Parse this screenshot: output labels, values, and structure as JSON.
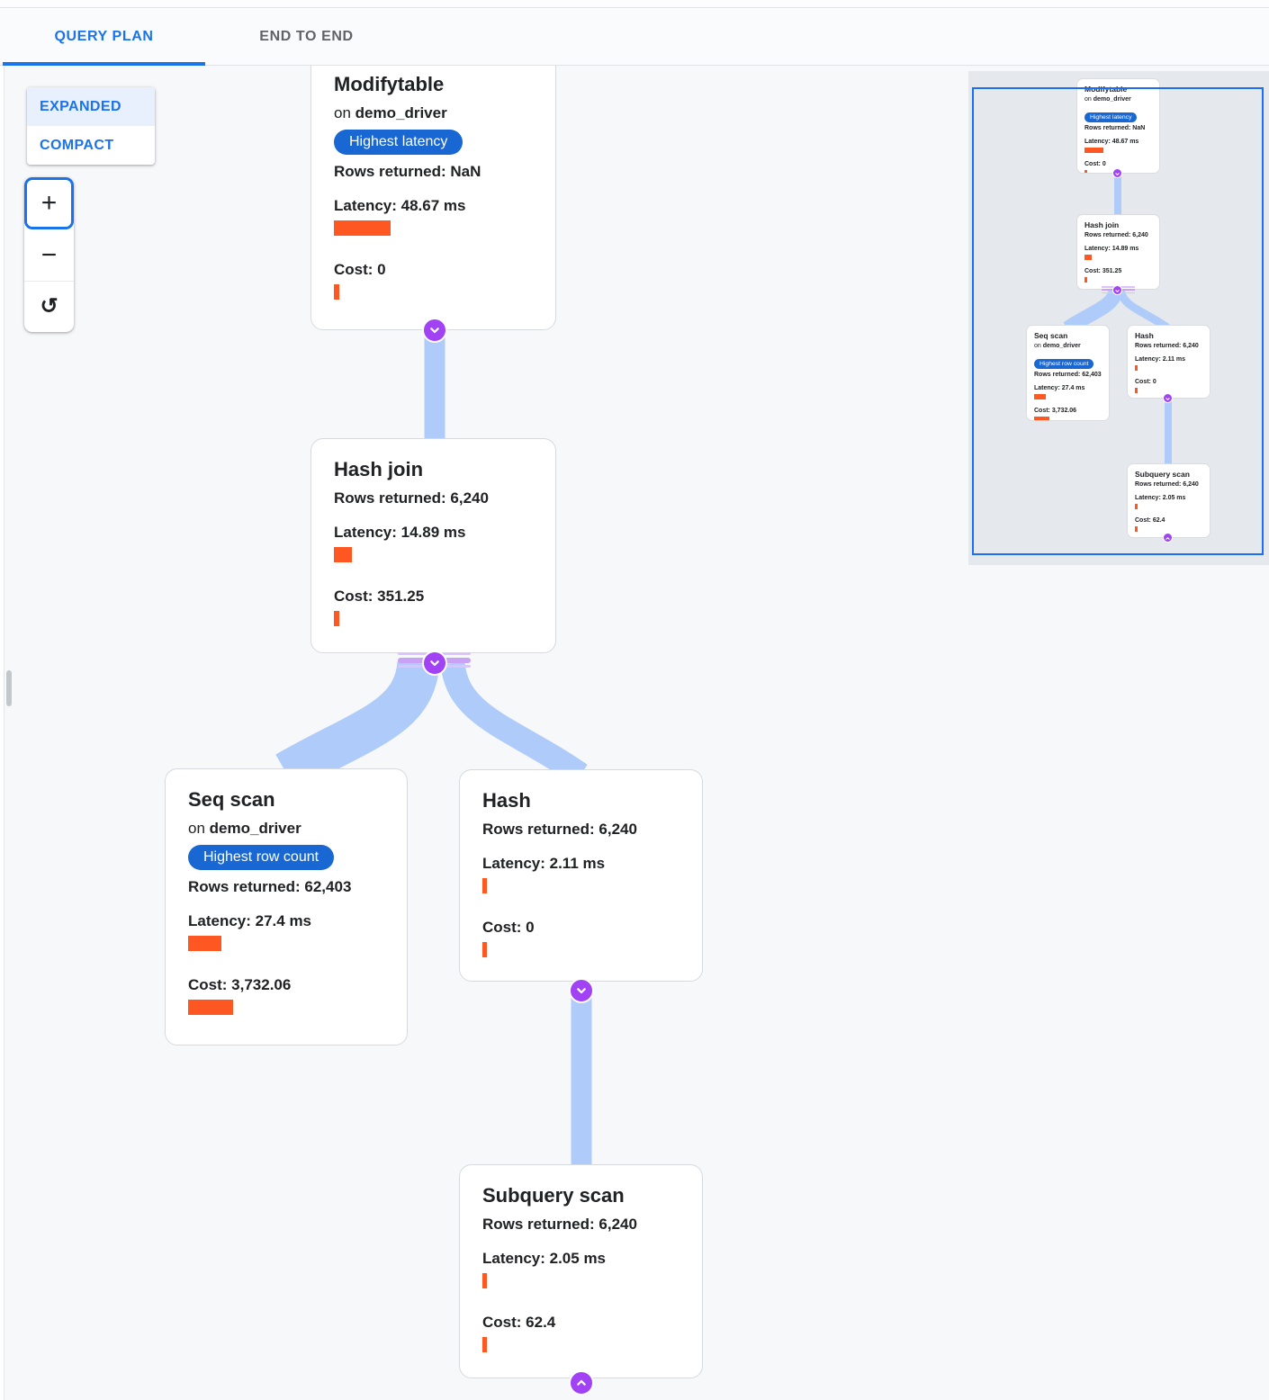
{
  "header": {
    "tabs": [
      {
        "label": "QUERY PLAN",
        "active": true
      },
      {
        "label": "END TO END",
        "active": false
      }
    ]
  },
  "controls": {
    "expanded_label": "EXPANDED",
    "compact_label": "COMPACT",
    "selected_mode": "EXPANDED",
    "zoom_in_icon": "+",
    "zoom_out_icon": "−",
    "reset_icon": "↺"
  },
  "nodes": {
    "modifytable": {
      "title": "Modifytable",
      "on_prefix": "on",
      "table": "demo_driver",
      "badge": "Highest latency",
      "rows": "Rows returned: NaN",
      "latency": "Latency: 48.67 ms",
      "cost": "Cost: 0",
      "latency_bar": 63,
      "cost_bar": 6,
      "latency_bar_mini": 21,
      "cost_bar_mini": 3
    },
    "hash_join": {
      "title": "Hash join",
      "rows": "Rows returned: 6,240",
      "latency": "Latency: 14.89 ms",
      "cost": "Cost: 351.25",
      "latency_bar": 20,
      "cost_bar": 6,
      "latency_bar_mini": 8,
      "cost_bar_mini": 3
    },
    "seq_scan": {
      "title": "Seq scan",
      "on_prefix": "on",
      "table": "demo_driver",
      "badge": "Highest row count",
      "rows": "Rows returned: 62,403",
      "latency": "Latency: 27.4 ms",
      "cost": "Cost: 3,732.06",
      "latency_bar": 37,
      "cost_bar": 50,
      "latency_bar_mini": 13,
      "cost_bar_mini": 17
    },
    "hash": {
      "title": "Hash",
      "rows": "Rows returned: 6,240",
      "latency": "Latency: 2.11 ms",
      "cost": "Cost: 0",
      "latency_bar": 5,
      "cost_bar": 5,
      "latency_bar_mini": 2.5,
      "cost_bar_mini": 2.5
    },
    "subquery_scan": {
      "title": "Subquery scan",
      "rows": "Rows returned: 6,240",
      "latency": "Latency: 2.05 ms",
      "cost": "Cost: 62.4",
      "latency_bar": 5,
      "cost_bar": 5,
      "latency_bar_mini": 2.5,
      "cost_bar_mini": 2.5
    }
  },
  "colors": {
    "accent_blue": "#1a73e8",
    "badge_blue": "#1967d2",
    "bar_orange": "#ff5722",
    "link_blue": "#aecbfa",
    "expander_purple": "#a142f4",
    "canvas_bg": "#f7f8fa",
    "minimap_bg": "#e5e8ec"
  }
}
